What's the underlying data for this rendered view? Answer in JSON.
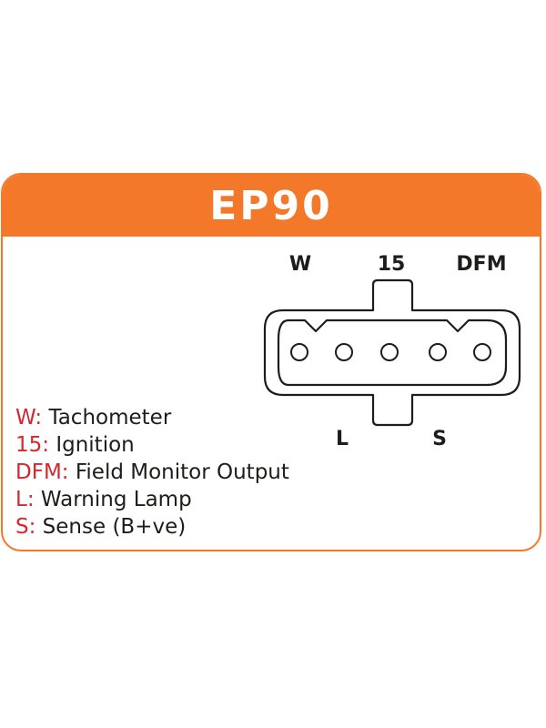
{
  "title": "EP90",
  "colors": {
    "accent": "#f3782a",
    "code": "#d7262e",
    "text": "#1d1d1b"
  },
  "pins": {
    "top": [
      "W",
      "15",
      "DFM"
    ],
    "bottom": [
      "L",
      "S"
    ]
  },
  "legend": [
    {
      "code": "W:",
      "text": " Tachometer"
    },
    {
      "code": "15:",
      "text": " Ignition"
    },
    {
      "code": "DFM:",
      "text": " Field Monitor Output"
    },
    {
      "code": "L:",
      "text": " Warning Lamp"
    },
    {
      "code": "S:",
      "text": " Sense (B+ve)"
    }
  ]
}
